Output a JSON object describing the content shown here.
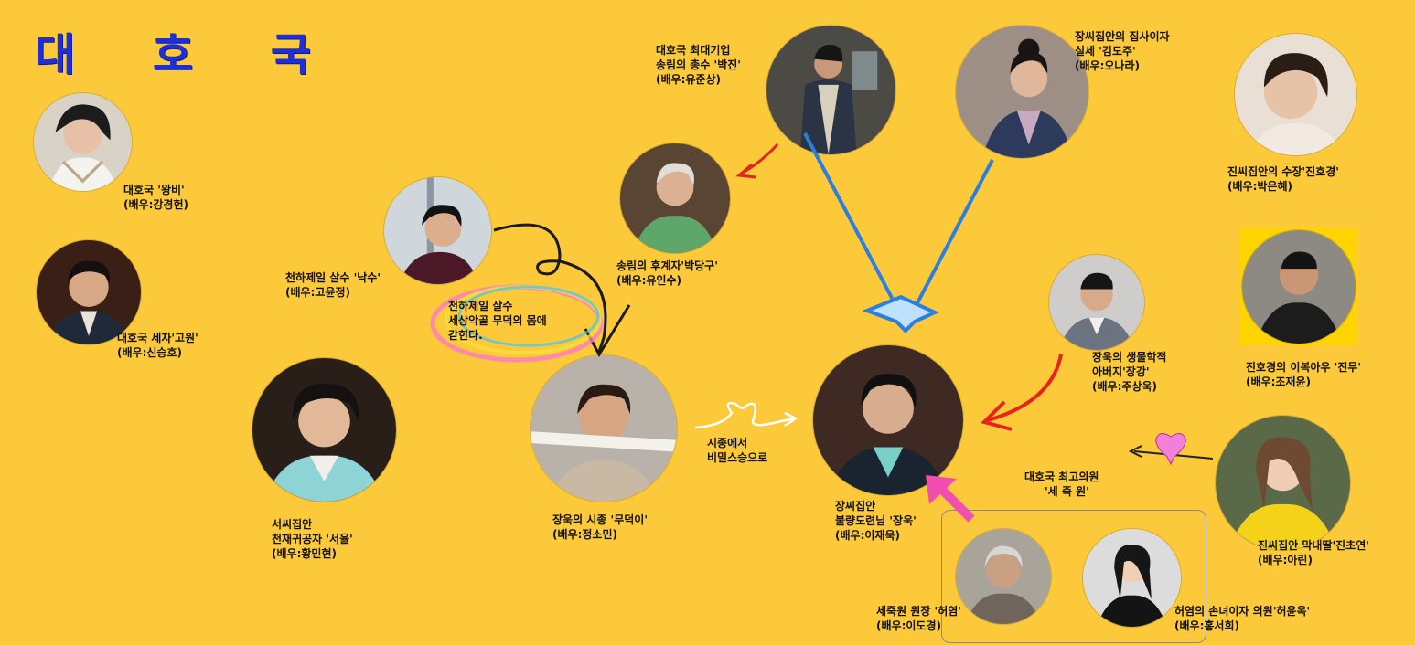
{
  "title": "대 호 국",
  "characters": [
    {
      "id": "wangbi",
      "lines": [
        "대호국 '왕비'",
        "(배우:강경헌)"
      ]
    },
    {
      "id": "gowon",
      "lines": [
        "대호국 세자'고원'",
        "(배우:신승호)"
      ]
    },
    {
      "id": "nakbsu",
      "lines": [
        "천하제일 살수 '낙수'",
        "(배우:고윤정)"
      ]
    },
    {
      "id": "seoyul",
      "lines": [
        "서씨집안",
        "천재귀공자 '서율'",
        "(배우:황민현)"
      ]
    },
    {
      "id": "mudeoki",
      "lines": [
        "장욱의 시종 '무덕이'",
        "(배우:정소민)"
      ]
    },
    {
      "id": "parkjin",
      "lines": [
        "대호국 최대기업",
        "송림의 총수 '박진'",
        "(배우:유준상)"
      ]
    },
    {
      "id": "parkdanggu",
      "lines": [
        "송림의 후계자'박당구'",
        "(배우:유인수)"
      ]
    },
    {
      "id": "kimdoju",
      "lines": [
        "장씨집안의 집사이자",
        "실세 '김도주'",
        "(배우:오나라)"
      ]
    },
    {
      "id": "jinhogyeong",
      "lines": [
        "진씨집안의 수장'진호경'",
        "(배우:박은혜)"
      ]
    },
    {
      "id": "jangwook",
      "lines": [
        "장씨집안",
        "불량도련님 '장욱'",
        "(배우:이재욱)"
      ]
    },
    {
      "id": "janggang",
      "lines": [
        "장욱의 생물학적",
        "아버지'장강'",
        "(배우:주상욱)"
      ]
    },
    {
      "id": "jinmu",
      "lines": [
        "진호경의 이복아우 '진무'",
        "(배우:조재윤)"
      ]
    },
    {
      "id": "jinchoyeon",
      "lines": [
        "진씨집안 막내딸'진초연'",
        "(배우:아린)"
      ]
    },
    {
      "id": "heoyeom",
      "lines": [
        "세죽원 원장 '허염'",
        "(배우:이도경)"
      ]
    },
    {
      "id": "heoyunok",
      "lines": [
        "허염의 손녀이자 의원'허윤옥'",
        "(배우:홍서희)"
      ]
    }
  ],
  "notes": {
    "body_swap": [
      "천하제일 살수",
      "세상악골 무덕의 몸에",
      "갇힌다."
    ],
    "secret_master": [
      "시종에서",
      "비밀스승으로"
    ],
    "sejukwon": [
      "대호국 최고의원",
      "'세 죽 원'"
    ]
  },
  "colors": {
    "background": "#fbc93a",
    "title": "#1f2fd8",
    "arrow_blue": "#2b7fe0",
    "arrow_red": "#e8231c",
    "arrow_pink": "#f04fb0"
  }
}
